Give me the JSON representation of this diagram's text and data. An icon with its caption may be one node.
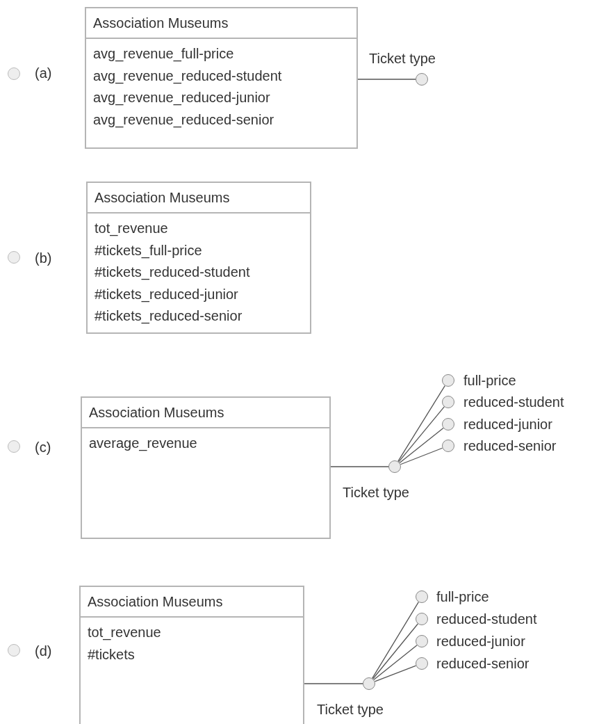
{
  "diagram": {
    "nodes": [
      {
        "text": [
          "Association Museums",
          "avg_revenue_full-price",
          "avg_revenue_reduced-student",
          "avg_revenue_reduced-junior",
          "avg_revenue_reduced-senior"
        ]
      },
      {
        "text": [],
        "shape": "circle",
        "beside": [
          "Ticket type"
        ]
      },
      {
        "text": [
          "Association Museums",
          "tot_revenue",
          "#tickets_full-price",
          "#tickets_reduced-student",
          "#tickets_reduced-junior",
          "#tickets_reduced-senior"
        ]
      },
      {
        "text": [
          "Association Museums",
          "average_revenue"
        ]
      },
      {
        "text": [],
        "shape": "circle",
        "beside": [
          "Ticket type"
        ]
      },
      {
        "text": [],
        "shape": "circle",
        "beside": [
          "full-price"
        ]
      },
      {
        "text": [],
        "shape": "circle",
        "beside": [
          "reduced-student"
        ]
      },
      {
        "text": [],
        "shape": "circle",
        "beside": [
          "reduced-junior"
        ]
      },
      {
        "text": [],
        "shape": "circle",
        "beside": [
          "reduced-senior"
        ]
      },
      {
        "text": [
          "Association Museums",
          "tot_revenue",
          "#tickets"
        ]
      },
      {
        "text": [],
        "shape": "circle",
        "beside": [
          "Ticket type"
        ]
      },
      {
        "text": [],
        "shape": "circle",
        "beside": [
          "full-price"
        ]
      },
      {
        "text": [],
        "shape": "circle",
        "beside": [
          "reduced-student"
        ]
      },
      {
        "text": [],
        "shape": "circle",
        "beside": [
          "reduced-junior"
        ]
      },
      {
        "text": [],
        "shape": "circle",
        "beside": [
          "reduced-senior"
        ]
      }
    ],
    "edges": [
      {
        "from": 0,
        "to": 1,
        "arrow": "none"
      },
      {
        "from": 3,
        "to": 4,
        "arrow": "none"
      },
      {
        "from": 4,
        "to": 5,
        "arrow": "none"
      },
      {
        "from": 4,
        "to": 6,
        "arrow": "none"
      },
      {
        "from": 4,
        "to": 7,
        "arrow": "none"
      },
      {
        "from": 4,
        "to": 8,
        "arrow": "none"
      },
      {
        "from": 9,
        "to": 10,
        "arrow": "none"
      },
      {
        "from": 10,
        "to": 11,
        "arrow": "none"
      },
      {
        "from": 10,
        "to": 12,
        "arrow": "none"
      },
      {
        "from": 10,
        "to": 13,
        "arrow": "none"
      },
      {
        "from": 10,
        "to": 14,
        "arrow": "none"
      }
    ],
    "labels": [
      "(a)",
      "(b)",
      "(c)",
      "(d)"
    ]
  }
}
